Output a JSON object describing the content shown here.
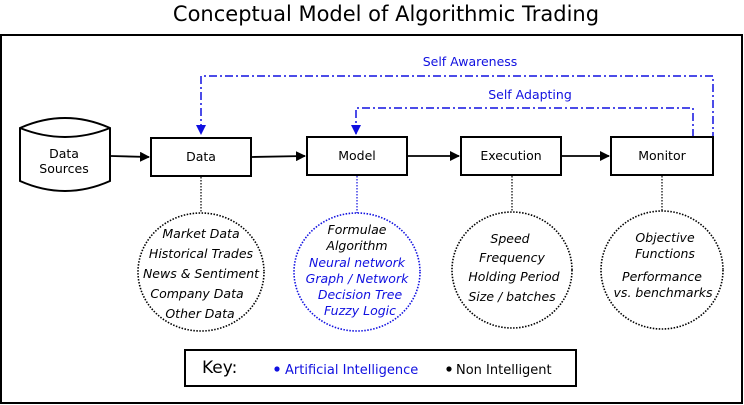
{
  "title": "Conceptual Model of Algorithmic Trading",
  "source": {
    "line1": "Data",
    "line2": "Sources"
  },
  "stages": [
    {
      "id": "data",
      "label": "Data"
    },
    {
      "id": "model",
      "label": "Model"
    },
    {
      "id": "execution",
      "label": "Execution"
    },
    {
      "id": "monitor",
      "label": "Monitor"
    }
  ],
  "feedback": {
    "outer_label": "Self Awareness",
    "inner_label": "Self Adapting"
  },
  "details": {
    "data": [
      "Market Data",
      "Historical Trades",
      "News & Sentiment",
      "Company Data",
      "Other Data"
    ],
    "model": {
      "non_ai": [
        "Formulae",
        "Algorithm"
      ],
      "ai": [
        "Neural network",
        "Graph / Network",
        "Decision Tree",
        "Fuzzy Logic"
      ]
    },
    "execution": [
      "Speed",
      "Frequency",
      "Holding Period",
      "Size / batches"
    ],
    "monitor": {
      "group1": [
        "Objective",
        "Functions"
      ],
      "group2": [
        "Performance",
        "vs. benchmarks"
      ]
    }
  },
  "key": {
    "title": "Key:",
    "ai_label": "Artificial Intelligence",
    "non_ai_label": "Non Intelligent"
  },
  "colors": {
    "ai": "#1010e0",
    "non_ai": "#000000",
    "feedback": "#1010e0"
  }
}
